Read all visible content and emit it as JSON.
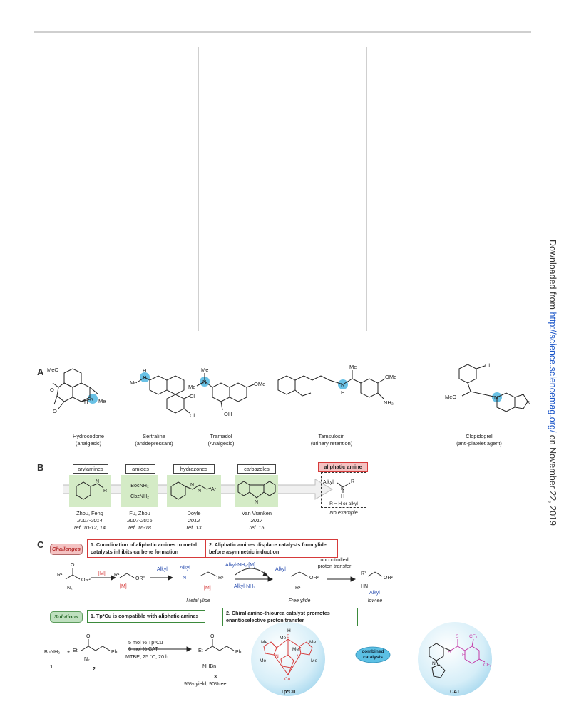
{
  "side_note": {
    "prefix": "Downloaded from ",
    "link": "http://science.sciencemag.org/",
    "suffix": " on November 22, 2019"
  },
  "panel_a": {
    "letter": "A",
    "molecules": [
      {
        "name": "Hydrocodone",
        "use": "(analgesic)"
      },
      {
        "name": "Sertraline",
        "use": "(antidepressant)"
      },
      {
        "name": "Tramadol",
        "use": "(Analgesic)"
      },
      {
        "name": "Tamsulosin",
        "use": "(urinary retention)"
      },
      {
        "name": "Clopidogrel",
        "use": "(anti-platelet agent)"
      }
    ],
    "atom_labels": {
      "meo": "MeO",
      "me": "Me",
      "n": "N",
      "h": "H",
      "o": "O",
      "cl": "Cl",
      "oh": "OH",
      "ome": "OMe",
      "nh2": "NH₂",
      "s": "S",
      "meo2": "MeO"
    }
  },
  "panel_b": {
    "letter": "B",
    "categories": [
      {
        "label": "arylamines",
        "authors": "Zhou, Feng",
        "years": "2007-2014",
        "ref": "ref. 10-12, 14"
      },
      {
        "label": "amides",
        "authors": "Fu, Zhou",
        "years": "2007-2016",
        "ref": "ref. 16-18",
        "reagents": [
          "BocNH₂",
          "CbzNH₂"
        ]
      },
      {
        "label": "hydrazones",
        "authors": "Doyle",
        "years": "2012",
        "ref": "ref. 13"
      },
      {
        "label": "carbazoles",
        "authors": "Van Vranken",
        "years": "2017",
        "ref": "ref. 15"
      }
    ],
    "target": {
      "label": "aliphatic amine",
      "formula": "Alkyl",
      "r_label": "R",
      "n": "N",
      "h": "H",
      "r_def": "R = H or alkyl",
      "note": "No example"
    },
    "atom_labels": {
      "n": "N",
      "r": "R",
      "h": "H",
      "ar": "Ar"
    }
  },
  "panel_c": {
    "letter": "C",
    "challenges_label": "Challenges",
    "challenge_1": "1. Coordination of aliphatic amines to metal catalysts inhibits carbene formation",
    "challenge_2": "2. Aliphatic amines displace catalysts from ylide before asymmetric induction",
    "scheme": {
      "m": "[M]",
      "amine": "Alkyl",
      "metal_ylide": "Metal ylide",
      "free_ylide": "Free ylide",
      "amine_m": "Alkyl-NH₂-[M]",
      "amine_nh2": "Alkyl-NH₂",
      "transfer": "uncontrolled proton transfer",
      "low_ee": "low ee",
      "r1": "R¹",
      "r2": "R²",
      "n2": "N₂",
      "or2": "OR²",
      "o": "O",
      "h": "H",
      "hn": "HN",
      "alkyl": "Alkyl",
      "n": "N"
    },
    "solutions_label": "Solutions",
    "solution_1": "1. Tp*Cu is compatible with aliphatic amines",
    "solution_2": "2. Chiral amino-thiourea catalyst promotes enantioselective proton transfer",
    "reaction": {
      "reagent_1": "BnNH₂",
      "num_1": "1",
      "plus": "+",
      "num_2": "2",
      "et": "Et",
      "n2": "N₂",
      "ph": "Ph",
      "o": "O",
      "cond_1": "5 mol % Tp*Cu",
      "cond_2": "6 mol % CAT",
      "cond_3": "MTBE, 25 °C, 20 h",
      "product_num": "3",
      "nhbn": "NHBn",
      "yield": "95% yield, 90% ee"
    },
    "catalysts": {
      "tpcu": "Tp*Cu",
      "cat": "CAT",
      "combined": "combined catalysis",
      "me": "Me",
      "b": "B",
      "h": "H",
      "n": "N",
      "cu": "Cu",
      "cf3": "CF₃",
      "s": "S"
    }
  },
  "colors": {
    "accent_blue": "#4fb6e0",
    "red": "#d63a3a",
    "green": "#3b8a3b",
    "magenta": "#c43aa8",
    "amine_blue": "#2b4fb0"
  }
}
